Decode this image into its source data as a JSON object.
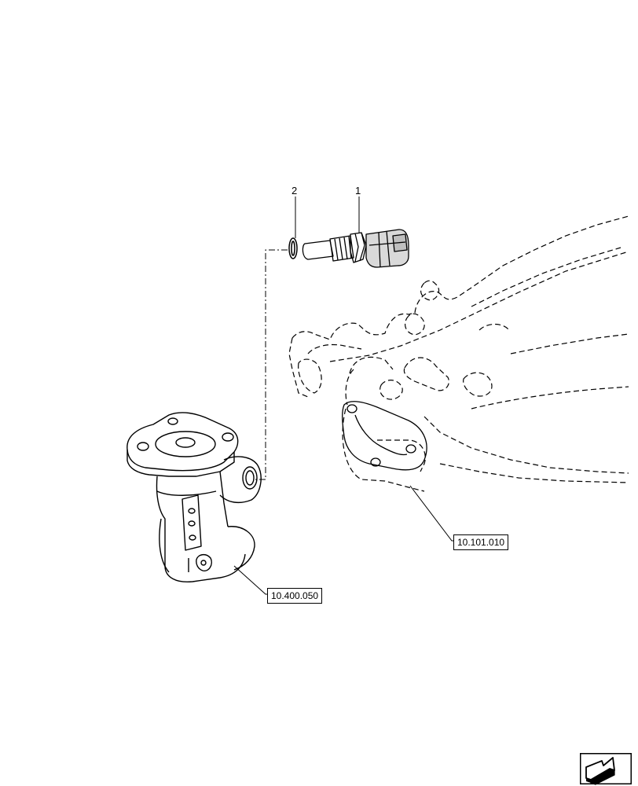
{
  "callouts": [
    {
      "id": "item-1",
      "label": "1"
    },
    {
      "id": "item-2",
      "label": "2"
    }
  ],
  "references": [
    {
      "id": "ref-manifold",
      "label": "10.101.010"
    },
    {
      "id": "ref-thermostat",
      "label": "10.400.050"
    }
  ],
  "icons": {
    "next_page": "arrow-next-page-icon"
  },
  "colors": {
    "line": "#000000",
    "background": "#ffffff"
  }
}
